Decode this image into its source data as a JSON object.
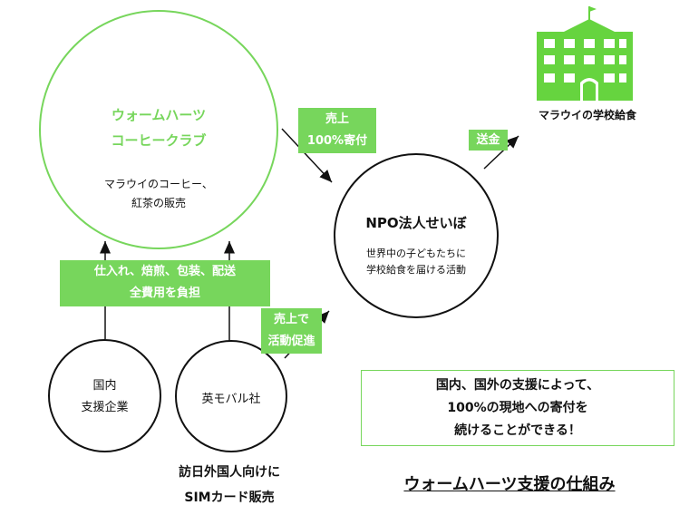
{
  "club": {
    "title_line1": "ウォームハーツ",
    "title_line2": "コーヒークラブ",
    "desc_line1": "マラウイのコーヒー、",
    "desc_line2": "紅茶の販売"
  },
  "npo": {
    "title": "NPO法人せいぼ",
    "desc_line1": "世界中の子どもたちに",
    "desc_line2": "学校給食を届ける活動"
  },
  "school": {
    "label": "マラウイの学校給食"
  },
  "domestic": {
    "line1": "国内",
    "line2": "支援企業"
  },
  "mobal": {
    "label": "英モバル社"
  },
  "labels": {
    "sales_donation_line1": "売上",
    "sales_donation_line2": "100%寄付",
    "remit": "送金",
    "costs_line1": "仕入れ、焙煎、包装、配送",
    "costs_line2": "全費用を負担",
    "promo_line1": "売上で",
    "promo_line2": "活動促進"
  },
  "sim": {
    "line1": "訪日外国人向けに",
    "line2": "SIMカード販売"
  },
  "note": {
    "line1": "国内、国外の支援によって、",
    "line2": "100%の現地への寄付を",
    "line3": "続けることができる！"
  },
  "footer": {
    "title": "ウォームハーツ支援の仕組み"
  },
  "colors": {
    "accent_green": "#77d65c",
    "building_green": "#66d43f",
    "circle_green": "#77d65c"
  }
}
